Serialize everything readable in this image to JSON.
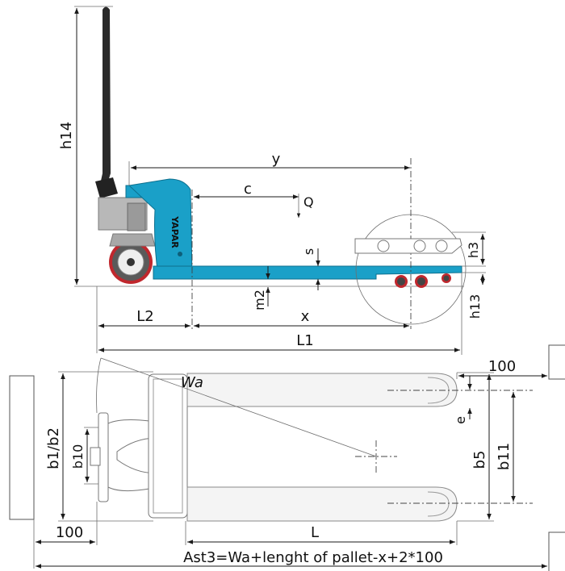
{
  "dimensions": {
    "h14": "h14",
    "y": "y",
    "c": "c",
    "Q": "Q",
    "s": "s",
    "h3": "h3",
    "h13": "h13",
    "m2": "m2",
    "L2": "L2",
    "x": "x",
    "L1": "L1",
    "Wa": "Wa",
    "dist_100_top": "100",
    "e": "e",
    "b1b2": "b1/b2",
    "b10": "b10",
    "b5": "b5",
    "b11": "b11",
    "dist_100_left": "100",
    "L": "L",
    "ast3": "Ast3=Wa+lenght of pallet-x+2*100"
  },
  "brand": "YAPAR",
  "colors": {
    "body": "#1aa0c8",
    "wheel_rim": "#c0272d",
    "handle": "#2a2a2a",
    "line": "#1a1a1a"
  }
}
